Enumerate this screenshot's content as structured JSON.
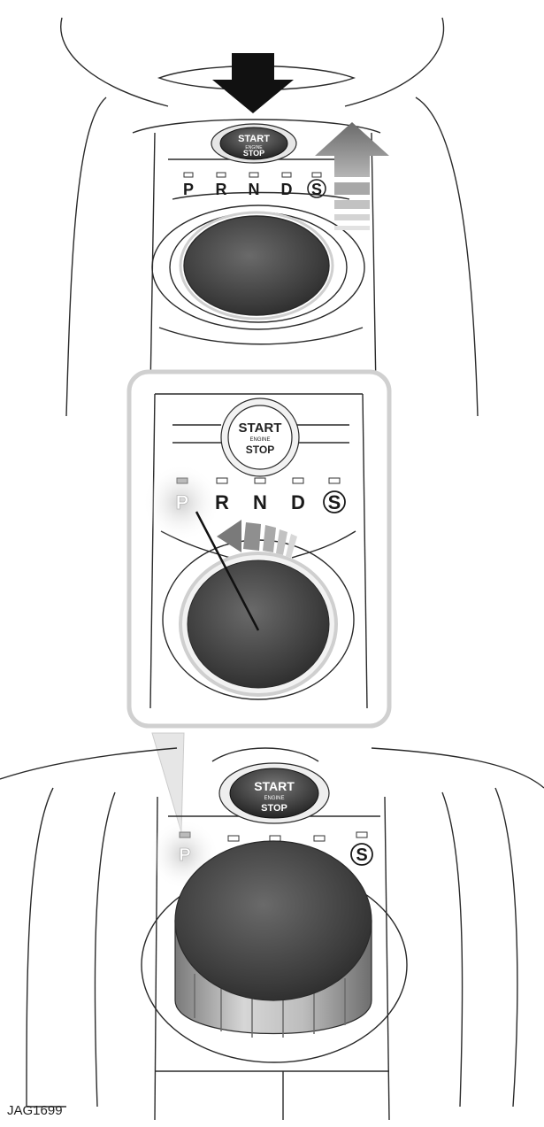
{
  "panels": [
    {
      "id": "panel-1",
      "button": {
        "top": "START",
        "middle": "ENGINE",
        "bottom": "STOP"
      },
      "gears": [
        "P",
        "R",
        "N",
        "D",
        "S"
      ],
      "selected_gear": "",
      "action": "press-start-button-knob-rises"
    },
    {
      "id": "panel-2-detail",
      "button": {
        "top": "START",
        "middle": "ENGINE",
        "bottom": "STOP"
      },
      "gears": [
        "P",
        "R",
        "N",
        "D",
        "S"
      ],
      "selected_gear": "P",
      "action": "rotate-knob-to-park"
    },
    {
      "id": "panel-3",
      "button": {
        "top": "START",
        "middle": "ENGINE",
        "bottom": "STOP"
      },
      "gears": [
        "P",
        "",
        "",
        "",
        "S"
      ],
      "selected_gear": "P",
      "action": "knob-raised"
    }
  ],
  "figure_code": "JAG1699",
  "colors": {
    "line": "#2a2a2a",
    "knob_dark": "#3a3a3a",
    "knob_light": "#9a9a9a",
    "arrow_dark": "#111111",
    "arrow_grey": "#8a8a8a",
    "highlight_p": "#dcdcdc"
  },
  "icons": [
    "down-arrow-icon",
    "up-arrow-icon",
    "rotate-arrow-icon"
  ]
}
